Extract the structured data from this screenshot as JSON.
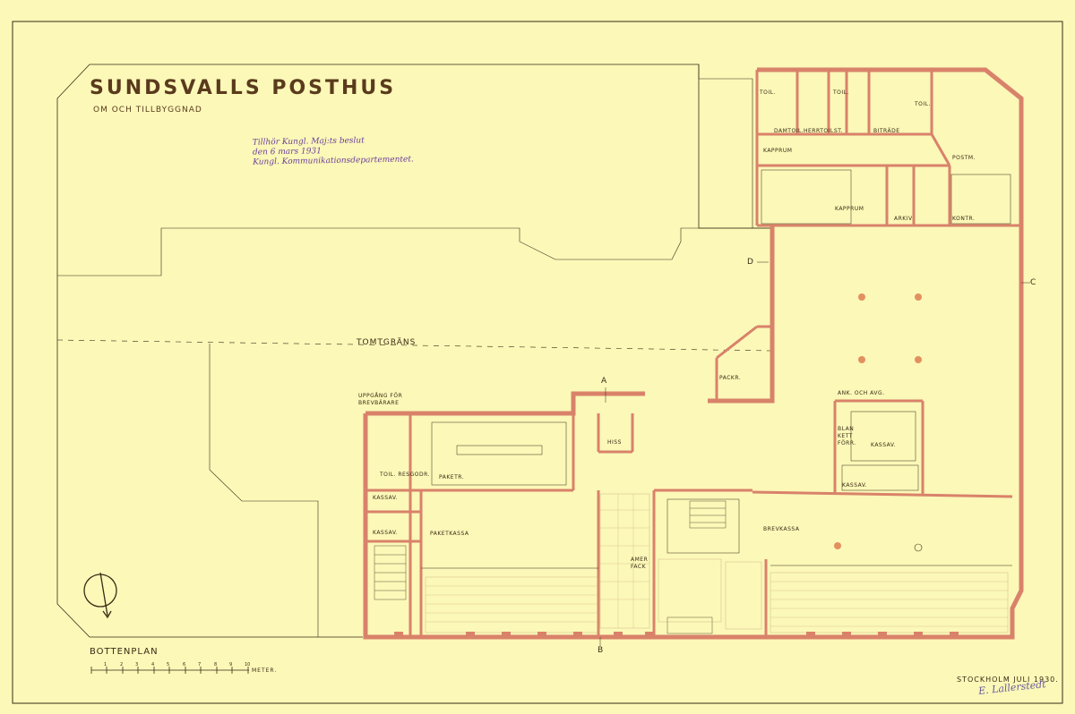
{
  "title": "SUNDSVALLS POSTHUS",
  "subtitle": "OM OCH TILLBYGGNAD",
  "stamp": {
    "line1": "Tillhör Kungl. Maj:ts beslut",
    "line2": "den 6 mars 1931",
    "line3": "Kungl. Kommunikationsdepartementet."
  },
  "plan_title": "BOTTENPLAN",
  "scale": {
    "numbers": [
      "1",
      "2",
      "3",
      "4",
      "5",
      "6",
      "7",
      "8",
      "9",
      "10"
    ],
    "unit": "METER."
  },
  "place_date": "STOCKHOLM JULI 1930.",
  "signature": "E. Lallerstedt",
  "section_markers": {
    "a": "A",
    "b": "B",
    "c": "C",
    "d": "D"
  },
  "labels": {
    "tomtgrans": "TOMTGRÄNS",
    "toil1": "TOIL.",
    "toil2": "TOIL.",
    "toil3": "TOIL.",
    "damtoil": "DAMTOIL.",
    "herrtoil": "HERRTOIL.",
    "st": "ST.",
    "bitrade": "BITRÄDE",
    "postm": "POSTM.",
    "kapprum1": "KAPPRUM",
    "kapprum2": "KAPPRUM",
    "arkiv": "ARKIV",
    "kontr": "KONTR.",
    "packr": "PACKR.",
    "ank_och_avg": "ANK. OCH AVG.",
    "blankett_forr": "BLAN KETT FÖRR.",
    "kassav1": "KASSAV.",
    "kassav2": "KASSAV.",
    "kassav3": "KASSAV.",
    "kassav4": "KASSAV.",
    "uppgang": "UPPGÅNG FÖR BREVBÄRARE",
    "hiss": "HISS",
    "toil_resgods": "TOIL. RESGODR.",
    "paketr": "PAKETR.",
    "paketkassa": "PAKETKASSA",
    "amer_fack": "AMER FACK",
    "brevkassa": "BREVKASSA"
  }
}
